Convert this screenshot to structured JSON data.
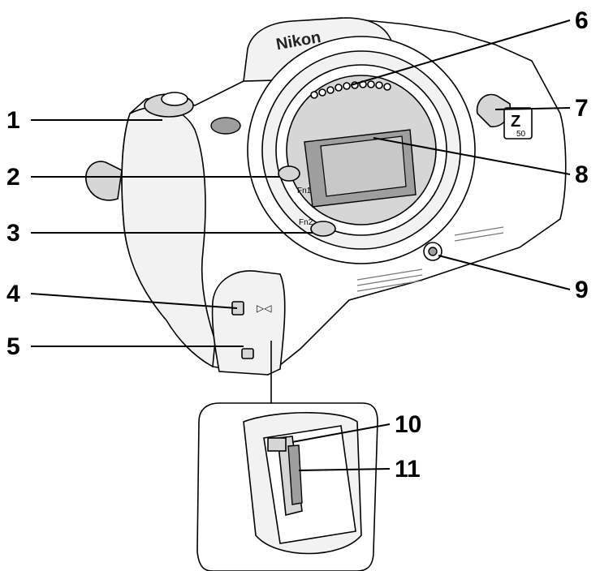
{
  "brand_text": "Nikon",
  "model_badge": {
    "glyph": "Z",
    "number": "50"
  },
  "button_labels": {
    "fn1": "Fn1",
    "fn2": "Fn2"
  },
  "callouts": [
    {
      "id": "1",
      "label": "1"
    },
    {
      "id": "2",
      "label": "2"
    },
    {
      "id": "3",
      "label": "3"
    },
    {
      "id": "4",
      "label": "4"
    },
    {
      "id": "5",
      "label": "5"
    },
    {
      "id": "6",
      "label": "6"
    },
    {
      "id": "7",
      "label": "7"
    },
    {
      "id": "8",
      "label": "8"
    },
    {
      "id": "9",
      "label": "9"
    },
    {
      "id": "10",
      "label": "10"
    },
    {
      "id": "11",
      "label": "11"
    }
  ]
}
